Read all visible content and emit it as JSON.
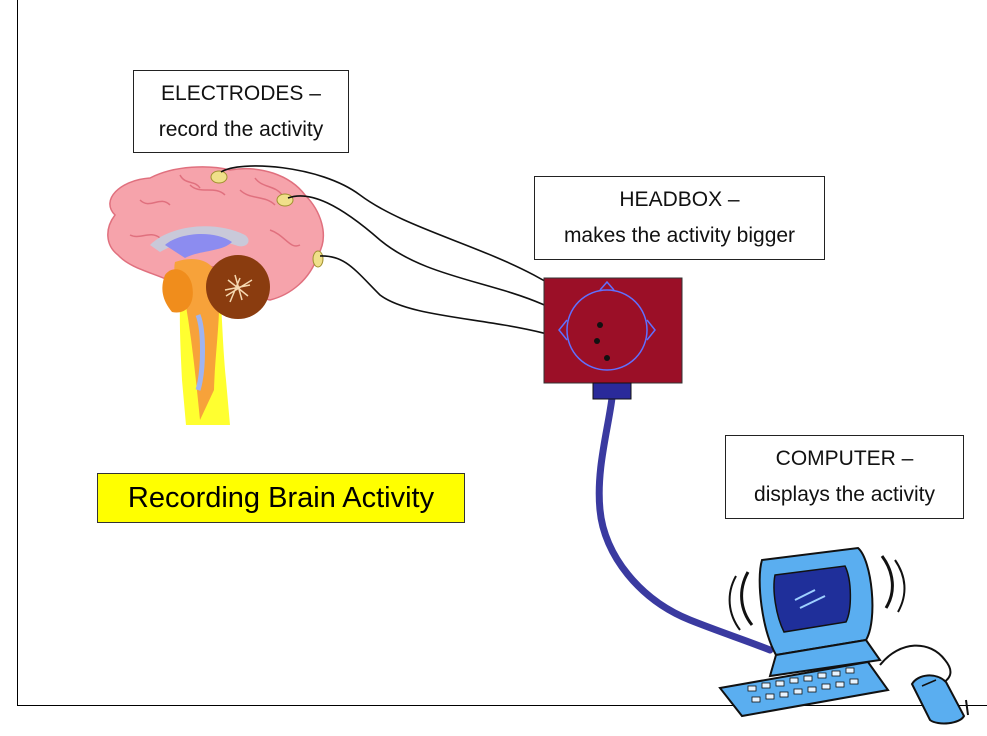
{
  "diagram": {
    "title": "Recording Brain Activity",
    "labels": {
      "electrodes": {
        "line1": "ELECTRODES –",
        "line2": "record the activity"
      },
      "headbox": {
        "line1": "HEADBOX –",
        "line2": "makes the activity bigger"
      },
      "computer": {
        "line1": "COMPUTER –",
        "line2": "displays the activity"
      }
    },
    "colors": {
      "title_background": "#ffff00",
      "headbox": "#9b0f27",
      "cable": "#3a3aa0",
      "brain": "#f6a3ab",
      "electrode": "#f0e08a",
      "computer": "#5aaef0"
    },
    "icons": [
      "brain-illustration",
      "headbox-icon",
      "computer-clipart-icon"
    ]
  }
}
